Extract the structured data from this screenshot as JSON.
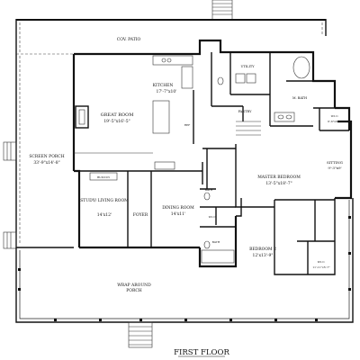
{
  "plan": {
    "title": "FIRST FLOOR",
    "rooms": {
      "cov_patio": {
        "name": "COV. PATIO"
      },
      "kitchen": {
        "name": "KITCHEN",
        "dims": "17'-7\"x10'"
      },
      "utility": {
        "name": "UTILITY"
      },
      "pantry": {
        "name": "PANTRY"
      },
      "m_bath": {
        "name": "M. BATH"
      },
      "wic_master": {
        "name": "W.I.C.",
        "dims": "6'-6\"x6'-6\""
      },
      "great_room": {
        "name": "GREAT ROOM",
        "dims": "19'-5\"x16'-5\""
      },
      "screen_porch": {
        "name": "SCREEN PORCH",
        "dims": "33'-9\"x14'-8\""
      },
      "master_bedroom": {
        "name": "MASTER BEDROOM",
        "dims": "13'-5\"x18'-7\""
      },
      "sitting": {
        "name": "SITTING",
        "dims": "9'-3\"x9'"
      },
      "study": {
        "name": "STUDY/ LIVING ROOM",
        "dims": "14'x12'"
      },
      "built_in": {
        "name": "BUILT-IN"
      },
      "foyer": {
        "name": "FOYER"
      },
      "dining_room": {
        "name": "DINING ROOM",
        "dims": "14'x11'"
      },
      "ref": {
        "name": "REF"
      },
      "bath_small": {
        "name": "BATH"
      },
      "bath": {
        "name": "BATH"
      },
      "wic_hall": {
        "name": "W.I.C."
      },
      "bedroom2": {
        "name": "BEDROOM 2",
        "dims": "12'x13'-9\""
      },
      "wic_bed2": {
        "name": "W.I.C.",
        "dims": "11'-11\"x5'-7\""
      },
      "wrap_porch": {
        "name": "WRAP AROUND PORCH"
      }
    }
  }
}
